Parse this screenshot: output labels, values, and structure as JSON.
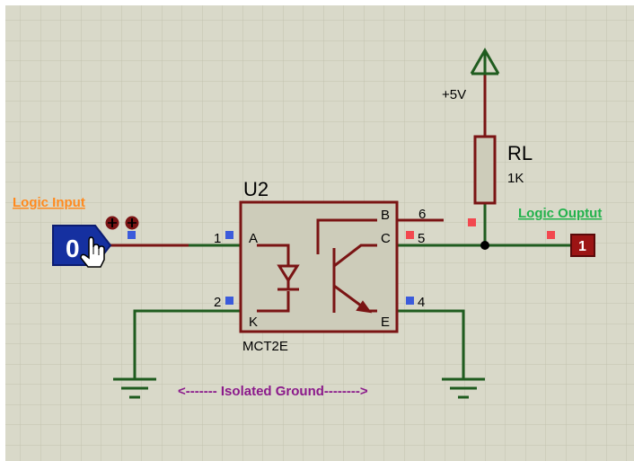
{
  "colors": {
    "background": "#d9d9c9",
    "grid": "#c2c2b0",
    "wire_green": "#1f5c1f",
    "wire_dark_red": "#7a1414",
    "component_fill": "#cdccba",
    "pin_blue": "#3b5bdb",
    "pin_red": "#f2484f",
    "label_orange": "#ff8a1e",
    "label_green": "#22b24c",
    "label_purple": "#8b1a8b",
    "probe_blue": "#1530a0"
  },
  "icons": {
    "input_pointer": "hand-cursor-icon",
    "input_indicators": "bug-indicator-icon",
    "power": "power-arrow-icon",
    "ground": "ground-symbol-icon"
  },
  "labels": {
    "logic_input": "Logic Input",
    "logic_output": "Logic Ouptut",
    "isolated_ground": "<------- Isolated Ground-------->",
    "supply": "+5V"
  },
  "input_probe": {
    "state": "0"
  },
  "output_probe": {
    "state": "1"
  },
  "resistor": {
    "ref": "RL",
    "value": "1K"
  },
  "optocoupler": {
    "ref": "U2",
    "part": "MCT2E",
    "pin_names": {
      "A": "A",
      "K": "K",
      "B": "B",
      "C": "C",
      "E": "E"
    },
    "pin_numbers": {
      "p1": "1",
      "p2": "2",
      "p4": "4",
      "p5": "5",
      "p6": "6"
    }
  }
}
